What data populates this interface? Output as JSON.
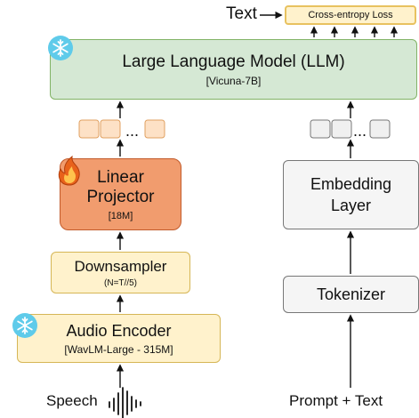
{
  "output": {
    "text_label": "Text",
    "loss_label": "Cross-entropy Loss"
  },
  "llm": {
    "title": "Large Language Model (LLM)",
    "subtitle": "[Vicuna-7B]",
    "icon": "snowflake-icon"
  },
  "tokens": {
    "ellipsis": "..."
  },
  "projector": {
    "line1": "Linear",
    "line2": "Projector",
    "params": "[18M]",
    "icon": "flame-icon"
  },
  "downsampler": {
    "title": "Downsampler",
    "subtitle": "(N=T//5)"
  },
  "audio_encoder": {
    "title": "Audio Encoder",
    "subtitle": "[WavLM-Large - 315M]",
    "icon": "snowflake-icon"
  },
  "embedding": {
    "line1": "Embedding",
    "line2": "Layer"
  },
  "tokenizer": {
    "title": "Tokenizer"
  },
  "inputs": {
    "speech": "Speech",
    "prompt": "Prompt + Text",
    "speech_icon": "waveform-icon"
  },
  "colors": {
    "llm_fill": "#d5e8d4",
    "yellow_fill": "#fff2cc",
    "projector_fill": "#f19c6e",
    "gray_fill": "#f5f5f5",
    "snowflake": "#3fc3e6",
    "flame": "#e8621b"
  }
}
